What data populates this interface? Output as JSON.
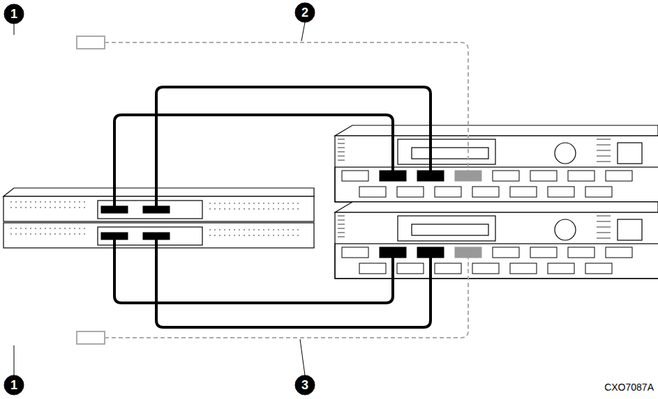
{
  "diagram": {
    "labels": [
      "1",
      "2",
      "1",
      "3",
      "CXO7087A"
    ]
  }
}
